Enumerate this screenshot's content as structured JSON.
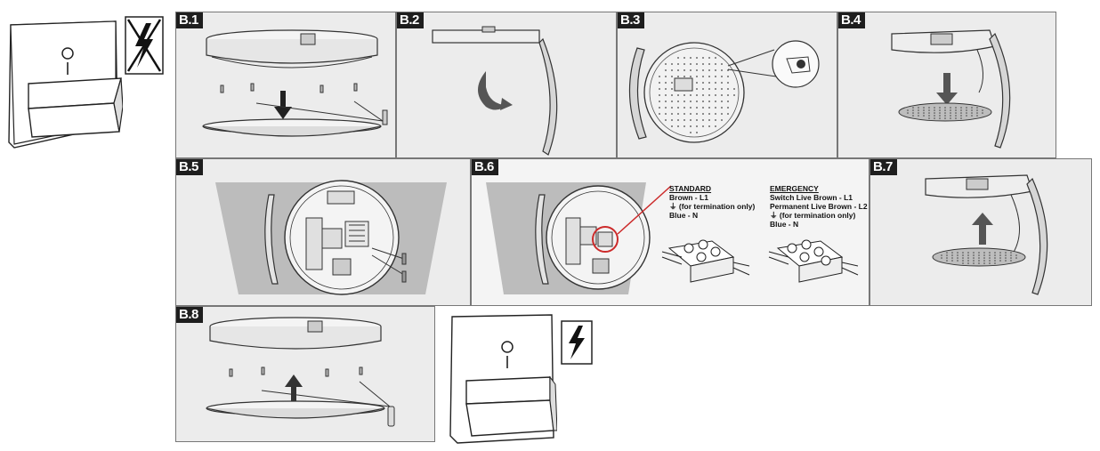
{
  "step_labels": {
    "b1": "B.1",
    "b2": "B.2",
    "b3": "B.3",
    "b4": "B.4",
    "b5": "B.5",
    "b6": "B.6",
    "b7": "B.7",
    "b8": "B.8"
  },
  "wiring": {
    "standard": {
      "heading": "STANDARD",
      "lines": [
        "Brown - L1",
        "⏚ (for termination only)",
        "Blue - N"
      ]
    },
    "emergency": {
      "heading": "EMERGENCY",
      "lines": [
        "Switch Live Brown - L1",
        "Permanent Live Brown - L2",
        "⏚ (for termination only)",
        "Blue - N"
      ]
    }
  },
  "icons": {
    "power_off": "power-off-lightning-crossed-icon",
    "power_on": "power-on-lightning-icon",
    "switch": "wall-switch-icon",
    "arrow_down": "arrow-down-icon",
    "arrow_up": "arrow-up-icon",
    "rotate": "rotate-arrow-icon"
  },
  "colors": {
    "highlight": "#cc2b2b",
    "ink": "#1e1e1e",
    "panel_bg": "#ececec"
  }
}
